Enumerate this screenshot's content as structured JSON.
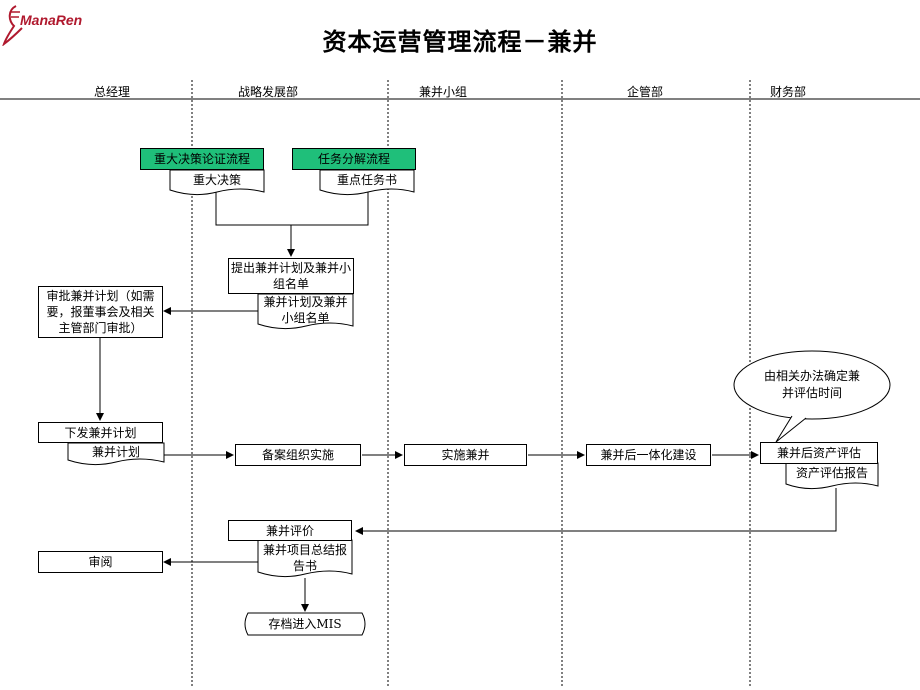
{
  "logo": {
    "text": "ManaRen"
  },
  "title": "资本运营管理流程－兼并",
  "lanes": [
    "总经理",
    "战略发展部",
    "兼并小组",
    "企管部",
    "财务部"
  ],
  "nodes": {
    "major_decision_flow": "重大决策论证流程",
    "major_decision_doc": "重大决策",
    "task_decompose_flow": "任务分解流程",
    "key_task_doc": "重点任务书",
    "propose_plan": "提出兼并计划及兼并小组名单",
    "plan_list_doc": "兼并计划及兼并小组名单",
    "approve_plan": "审批兼并计划（如需要，报董事会及相关主管部门审批）",
    "issue_plan": "下发兼并计划",
    "plan_doc": "兼并计划",
    "record_org": "备案组织实施",
    "implement": "实施兼并",
    "integration": "兼并后一体化建设",
    "asset_eval": "兼并后资产评估",
    "asset_report_doc": "资产评估报告",
    "note_eval_time": "由相关办法确定兼并评估时间",
    "merger_eval": "兼并评价",
    "summary_doc": "兼并项目总结报告书",
    "review": "审阅",
    "archive_mis": "存档进入MIS"
  },
  "colors": {
    "flow_box": "#1fbf7a",
    "logo": "#b0192e"
  }
}
